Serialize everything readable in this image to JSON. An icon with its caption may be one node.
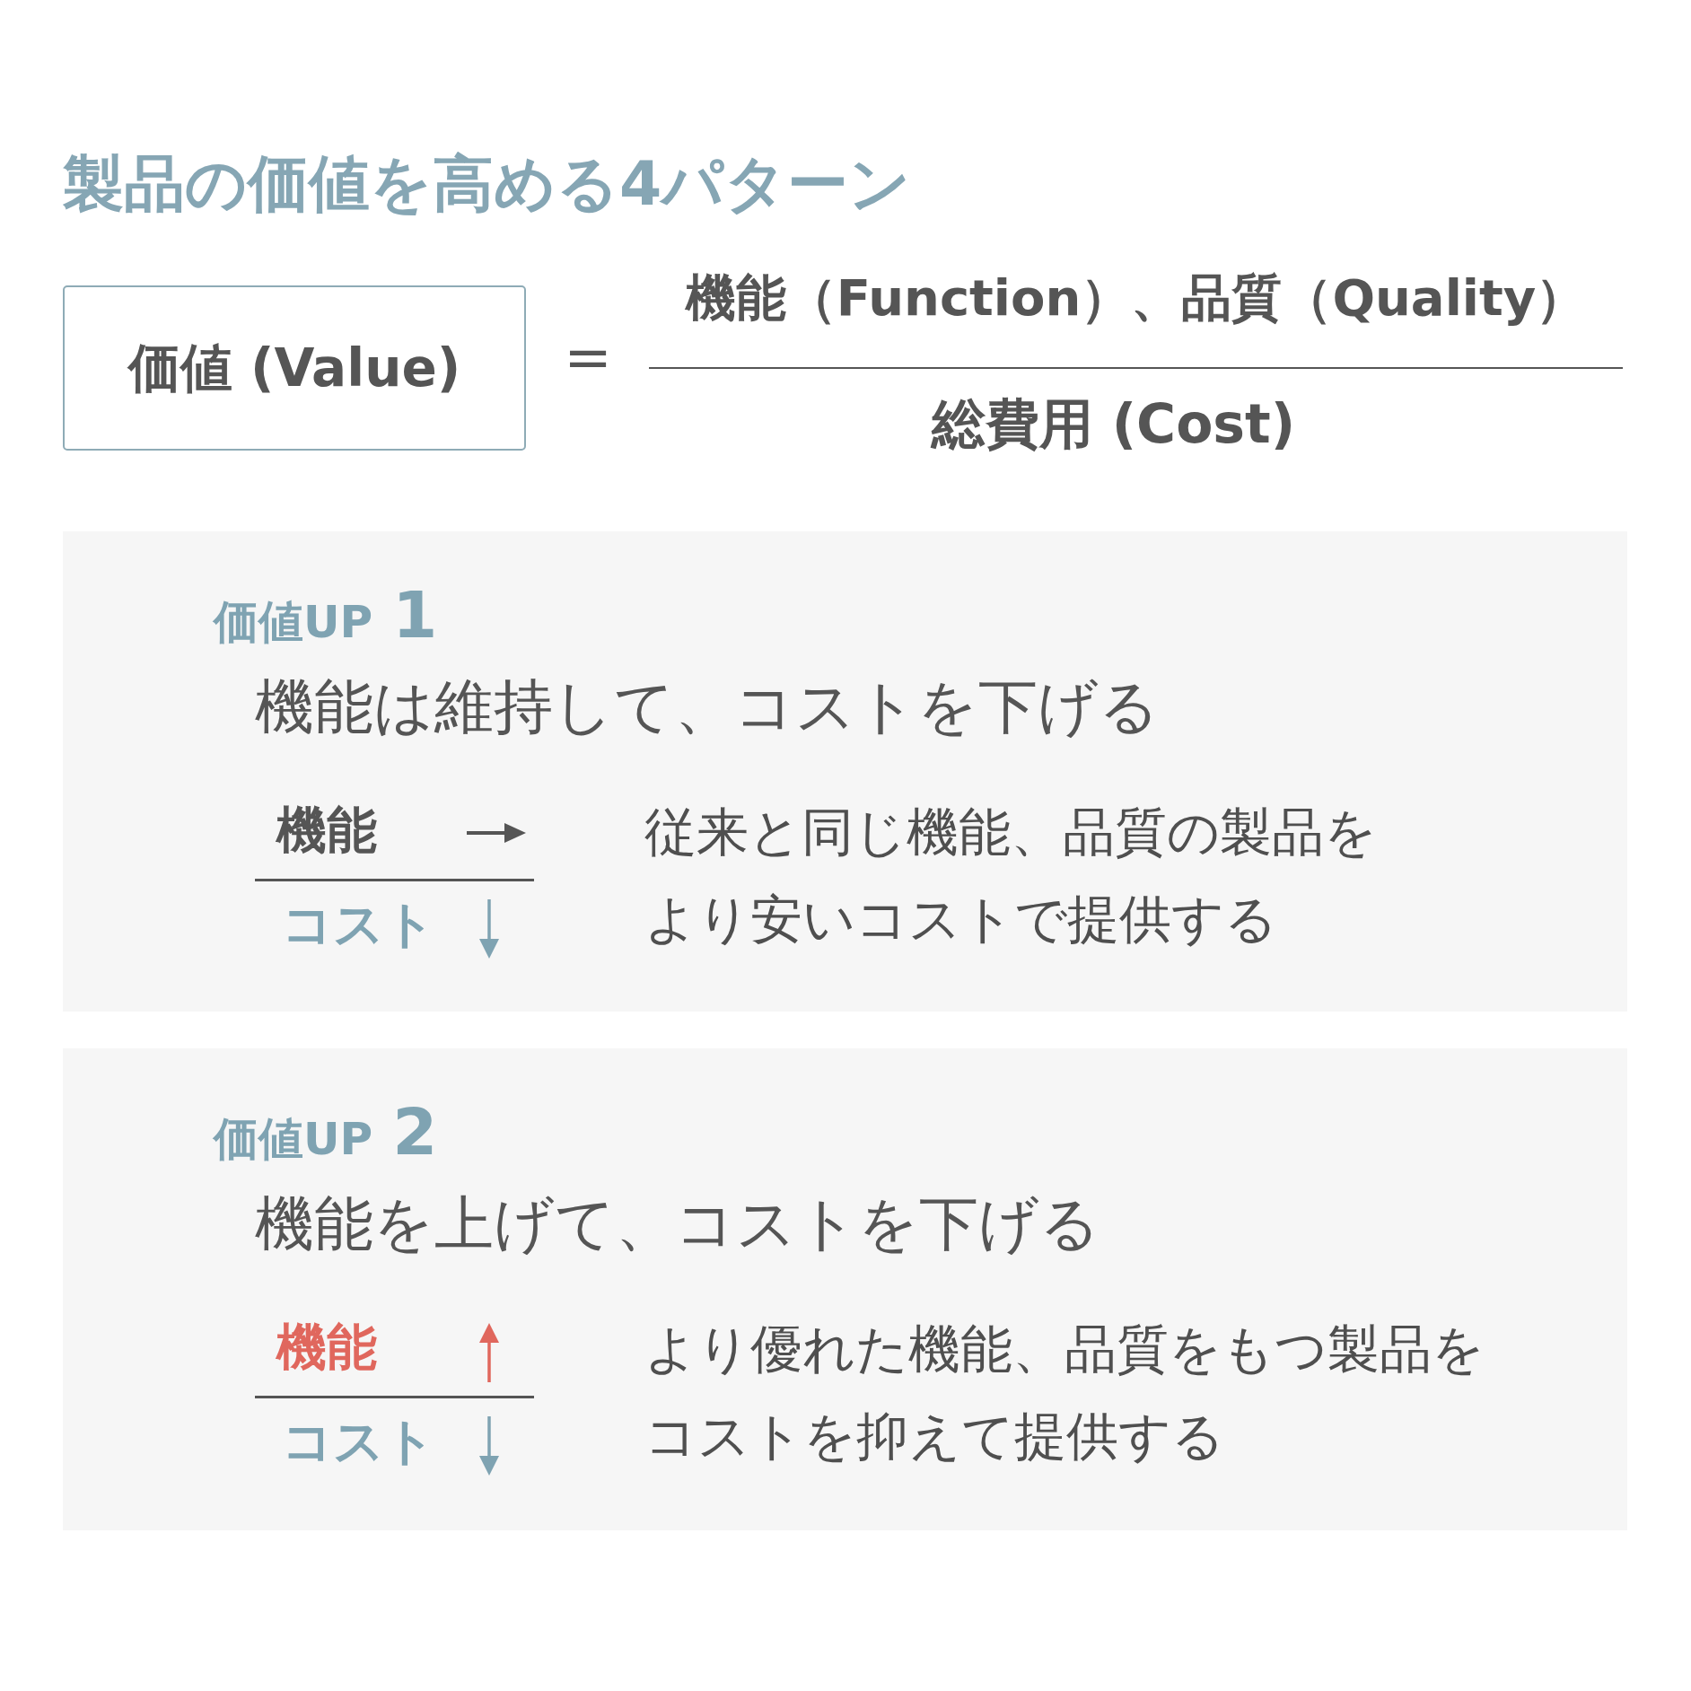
{
  "diagram": {
    "title": "製品の価値を高める4パターン",
    "nodes": [
      {
        "text": [
          "価値 (Value)"
        ]
      },
      {
        "text": [
          "価値UP",
          "1",
          "機能は維持して、コストを下げる",
          "機能",
          "コスト",
          "従来と同じ機能、品質の製品をより安いコストで提供する"
        ]
      },
      {
        "text": [
          "価値UP",
          "2",
          "機能を上げて、コストを下げる",
          "機能",
          "コスト",
          "より優れた機能、品質をもつ製品をコストを抑えて提供する"
        ]
      }
    ],
    "labels": [
      "=",
      "機能（Function）、品質（Quality）",
      "総費用 (Cost)"
    ]
  }
}
